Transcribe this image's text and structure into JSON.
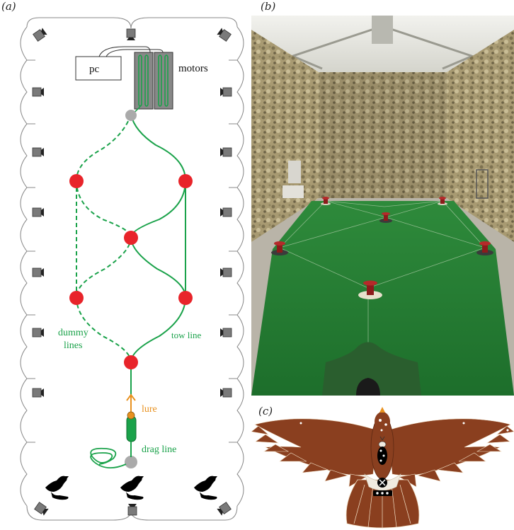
{
  "panels": {
    "a": "(a)",
    "b": "(b)",
    "c": "(c)"
  },
  "diagram": {
    "pc": "pc",
    "motors": "motors",
    "dummy_lines": [
      "dummy",
      "lines"
    ],
    "tow_line": "tow line",
    "lure": "lure",
    "drag_line": "drag line"
  },
  "colors": {
    "line_green": "#1aa24a",
    "pulley_red": "#e8242a",
    "pulley_grey": "#aaaaaa",
    "lure_orange": "#e8911f",
    "camera_grey": "#7a7a7a",
    "floor_green": "#2f8a3c",
    "camo": "#a89a72",
    "hawk_brown": "#8a3f1f"
  },
  "icons": {
    "camera": "camera-icon",
    "hawk": "hawk-silhouette-icon",
    "pulley": "pulley-icon",
    "eye": "eye-icon"
  }
}
